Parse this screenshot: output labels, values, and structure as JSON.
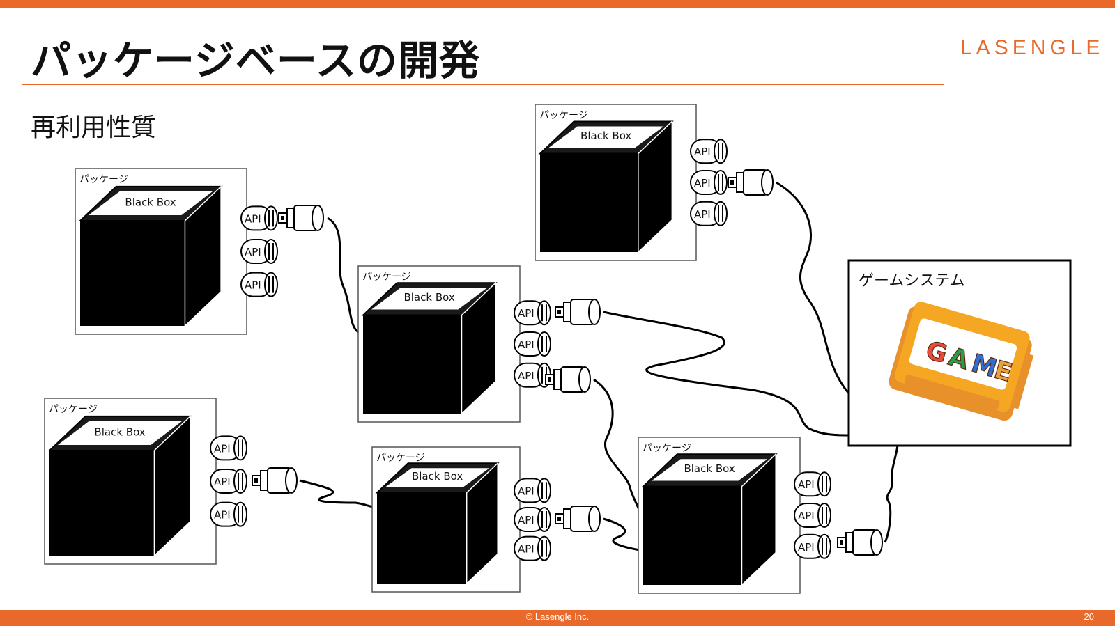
{
  "slide": {
    "title": "パッケージベースの開発",
    "subtitle": "再利用性質",
    "logo": "LASENGLE",
    "copyright": "© Lasengle Inc.",
    "page_number": "20"
  },
  "diagram": {
    "package_label": "パッケージ",
    "box_label": "Black Box",
    "api_label": "API",
    "game_system_label": "ゲームシステム",
    "cartridge_text": "GAME",
    "colors": {
      "accent": "#e8692a",
      "cartridge": "#f5a623",
      "cartridge_dark": "#e8902a"
    }
  }
}
